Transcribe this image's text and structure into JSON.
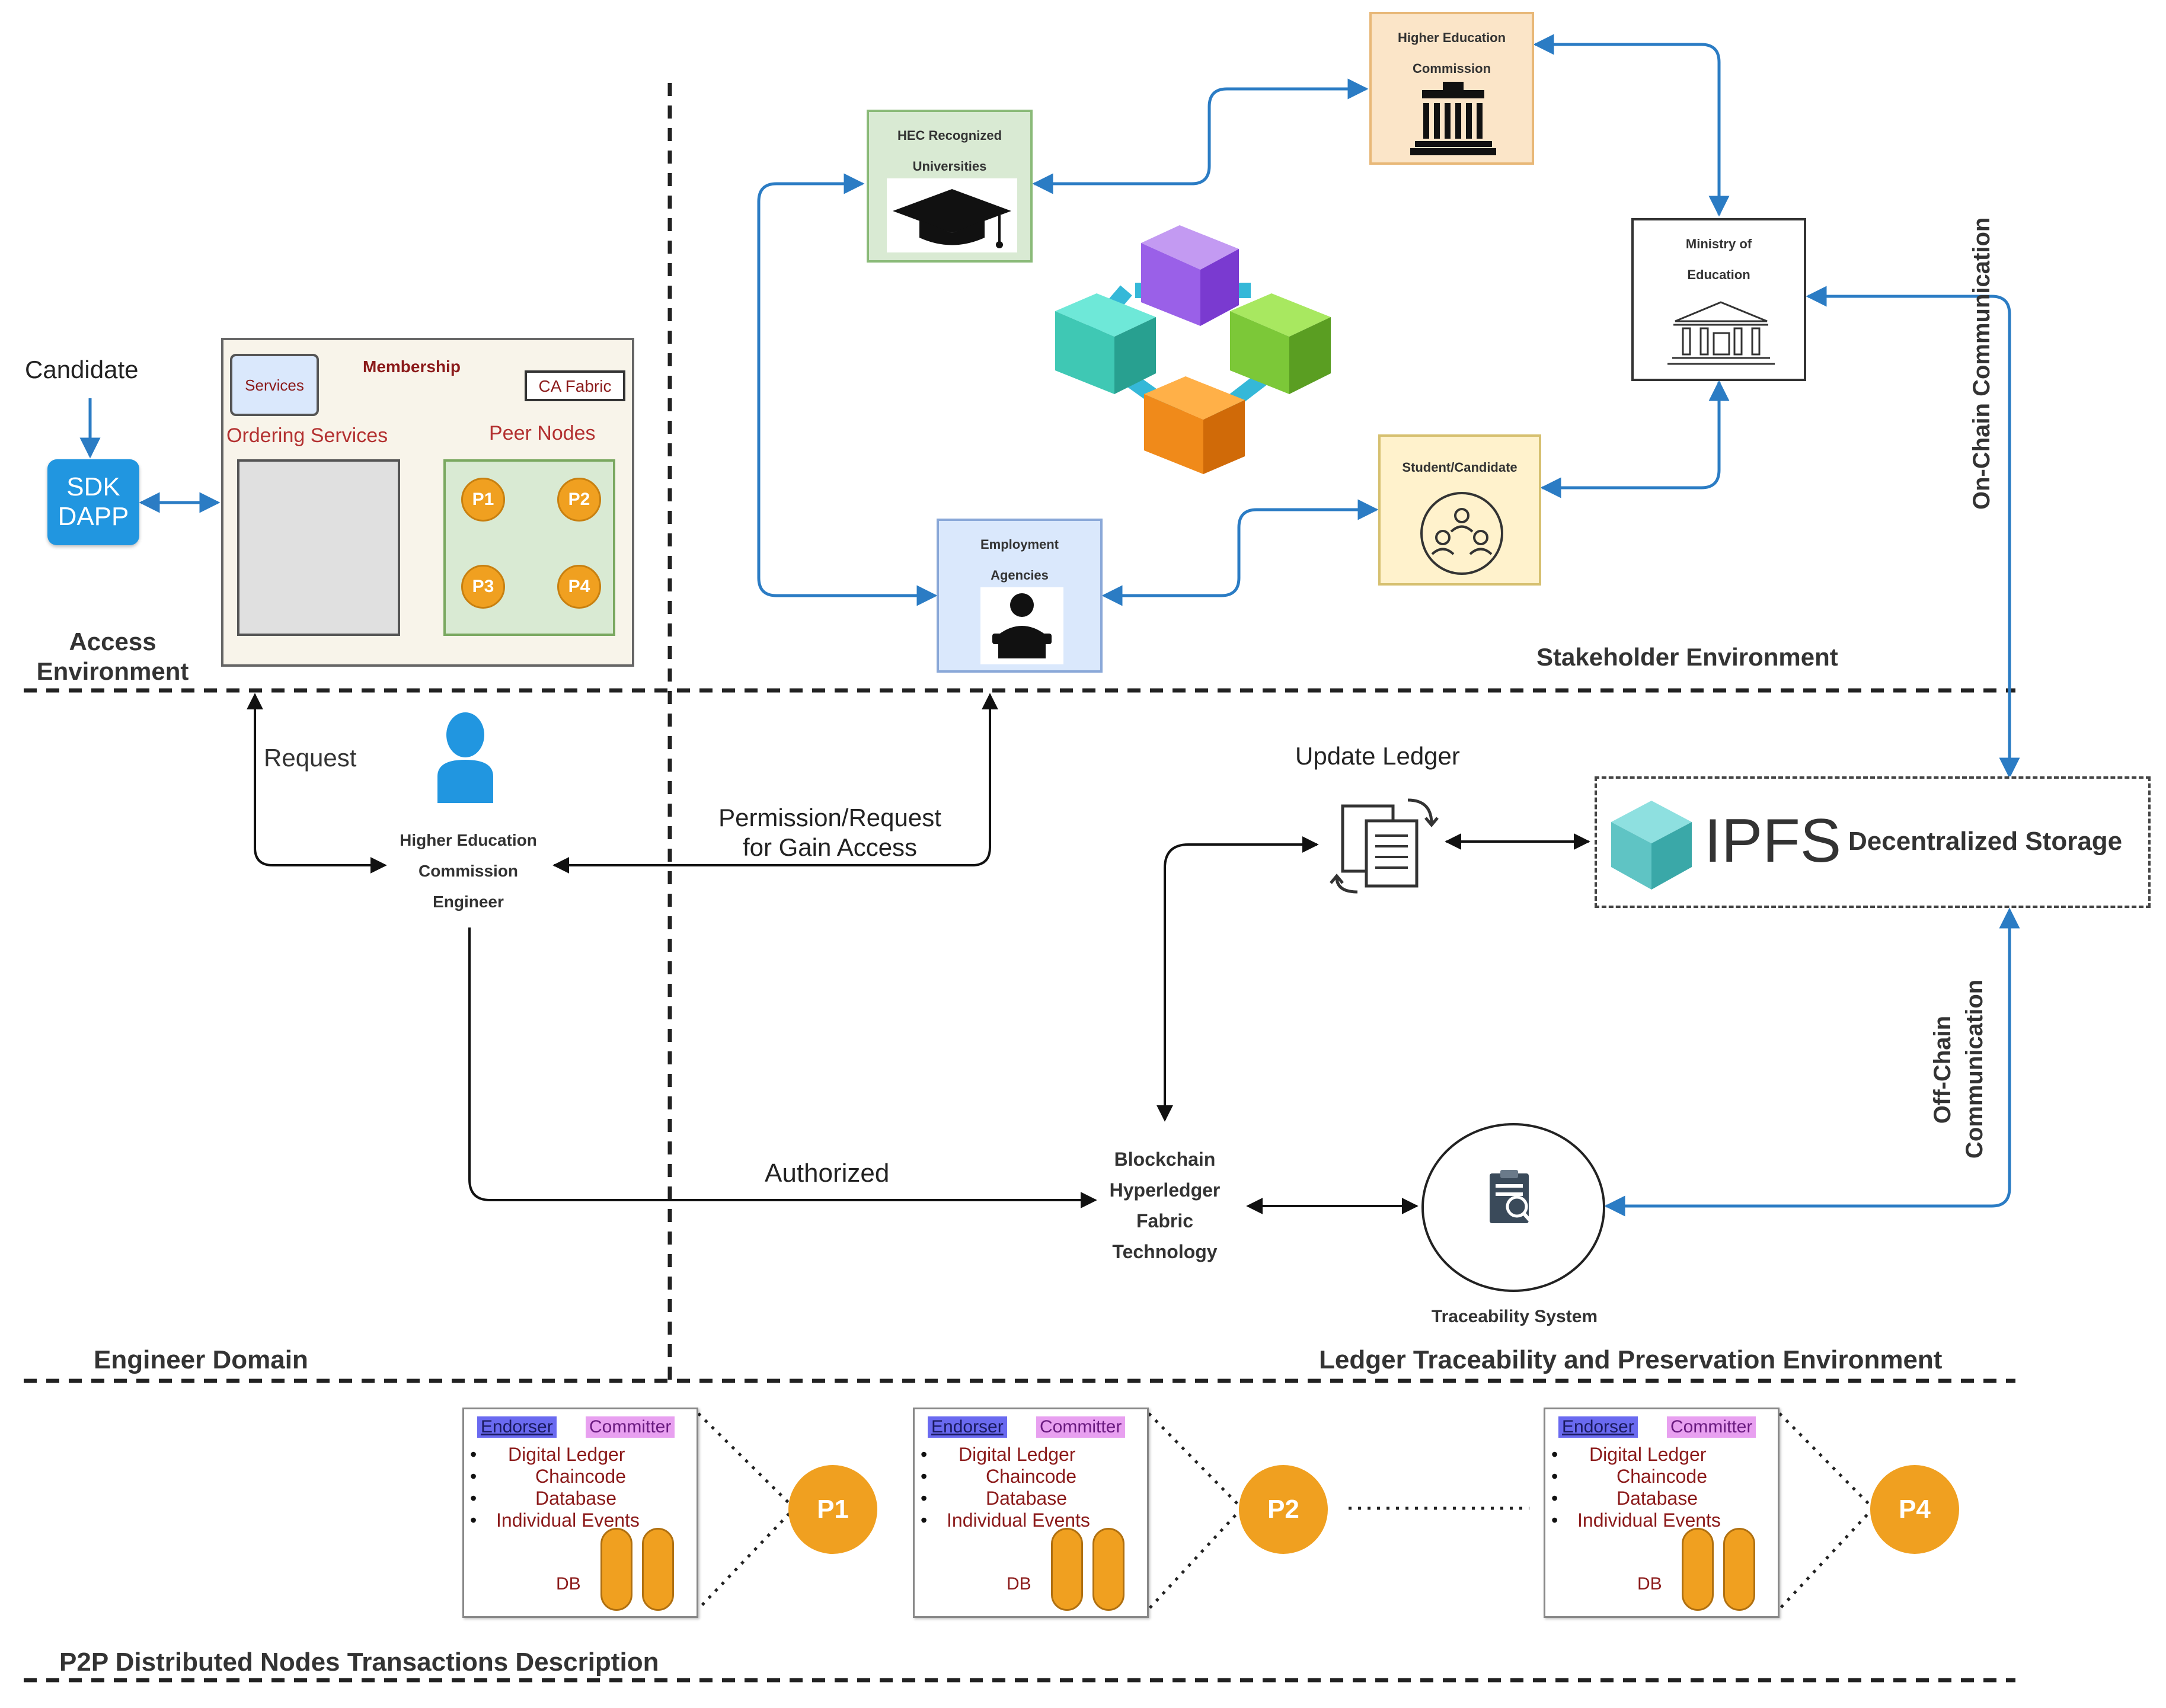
{
  "zones": {
    "access": "Access\nEnvironment",
    "stakeholder": "Stakeholder Environment",
    "engineer": "Engineer Domain",
    "ledger": "Ledger Traceability and Preservation Environment",
    "p2p": "P2P Distributed Nodes Transactions Description"
  },
  "access": {
    "candidate": "Candidate",
    "sdk": "SDK\nDAPP",
    "services": "Services",
    "membership": "Membership",
    "ca_fabric": "CA Fabric",
    "ordering_services": "Ordering Services",
    "peer_nodes": "Peer Nodes",
    "peers": [
      "P1",
      "P2",
      "P3",
      "P4"
    ]
  },
  "stakeholders": {
    "hec": "Higher Education\nCommission",
    "universities": "HEC Recognized\nUniversities",
    "ministry": "Ministry of\nEducation",
    "student": "Student/Candidate",
    "employment": "Employment\nAgencies"
  },
  "flow": {
    "request": "Request",
    "engineer": "Higher Education\nCommission\nEngineer",
    "permission": "Permission/Request\nfor Gain Access",
    "update_ledger": "Update Ledger",
    "ipfs": "IPFS",
    "decentralized_storage": "Decentralized Storage",
    "on_chain": "On-Chain Communication",
    "off_chain": "Off-Chain\nCommunication",
    "authorized": "Authorized",
    "blockchain": "Blockchain\nHyperledger\nFabric\nTechnology",
    "traceability": "Traceability System"
  },
  "transactions": {
    "endorser": "Endorser",
    "committer": "Committer",
    "items": [
      "Digital Ledger",
      "Chaincode",
      "Database",
      "Individual Events"
    ],
    "db": "DB",
    "panels": [
      {
        "peer": "P1"
      },
      {
        "peer": "P2"
      },
      {
        "peer": "P4"
      }
    ]
  },
  "colors": {
    "arrow_blue": "#2b7cc4",
    "peer_orange": "#f0a020",
    "univ_fill": "#d9ead3",
    "hec_fill": "#fbe5c8",
    "student_fill": "#fff2cc",
    "agency_fill": "#dae8fc",
    "access_fill": "#f8f4ea"
  },
  "icons": {
    "universities": "graduation-cap-icon",
    "hec": "government-building-icon",
    "ministry": "bank-building-icon",
    "student": "community-people-icon",
    "employment": "reader-person-icon",
    "engineer": "person-icon",
    "update_ledger": "documents-sync-icon",
    "ipfs": "ipfs-cube-icon",
    "traceability": "clipboard-search-icon",
    "blockchain": "blockchain-cubes-icon"
  }
}
